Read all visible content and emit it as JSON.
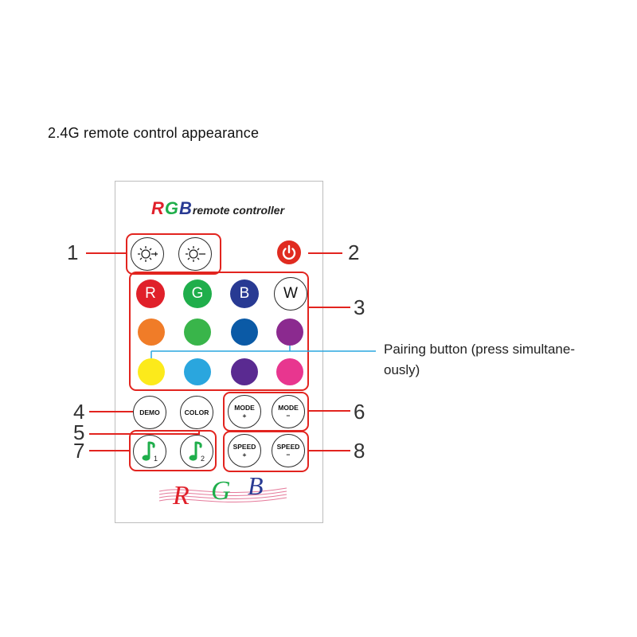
{
  "heading": "2.4G remote control appearance",
  "brand": {
    "r": "R",
    "g": "G",
    "b": "B",
    "text": "remote controller"
  },
  "colors": {
    "red_box": "#e2241f",
    "pair_line": "#2aa7e0",
    "r": "#e0202a",
    "g": "#1fae4b",
    "b": "#283a93"
  },
  "buttons": {
    "brightness_up": {
      "icon": "sun-plus-icon"
    },
    "brightness_down": {
      "icon": "sun-minus-icon"
    },
    "power": {
      "icon": "power-icon"
    },
    "r": "R",
    "g": "G",
    "b": "B",
    "w": "W",
    "demo": "DEMO",
    "color": "COLOR",
    "mode_plus": "MODE",
    "mode_minus": "MODE",
    "speed_plus": "SPEED",
    "speed_minus": "SPEED",
    "plus": "+",
    "minus": "−",
    "music1_sub": "1",
    "music2_sub": "2"
  },
  "color_swatches": [
    "#f07c28",
    "#39b54a",
    "#0b5aa6",
    "#8b2a8f",
    "#fcea1b",
    "#2aa6de",
    "#5a2a91",
    "#e8368f"
  ],
  "callouts": [
    "1",
    "2",
    "3",
    "4",
    "5",
    "6",
    "7",
    "8"
  ],
  "pairing_label_line1": "Pairing button (press simultane-",
  "pairing_label_line2": "ously)",
  "bottom_logo": {
    "r": "R",
    "g": "G",
    "b": "B"
  }
}
